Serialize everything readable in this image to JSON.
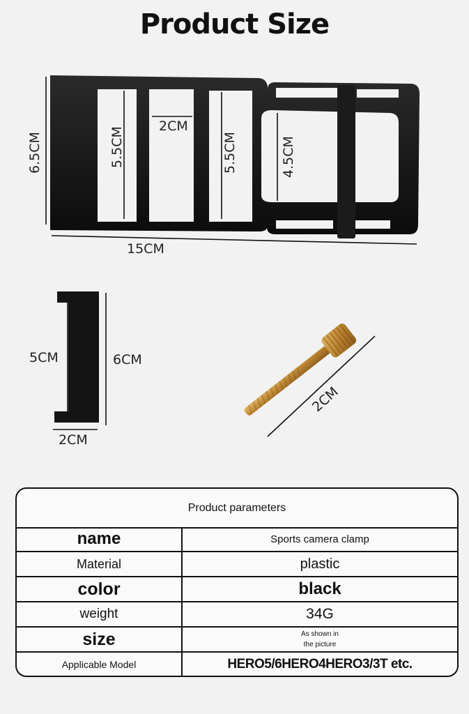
{
  "title": "Product Size",
  "dimensions": {
    "plate_height": "6.5CM",
    "inner_slot_height_1": "5.5CM",
    "slot_width": "2CM",
    "inner_slot_height_2": "5.5CM",
    "clamp_gap": "4.5CM",
    "plate_length": "15CM",
    "bracket_inner": "5CM",
    "bracket_outer": "6CM",
    "bracket_width": "2CM",
    "screw_length": "2CM"
  },
  "colors": {
    "background": "#f2f2f2",
    "plate": "#141414",
    "screw": "#c08a3a"
  },
  "table": {
    "header": "Product parameters",
    "rows": [
      {
        "label": "name",
        "value": "Sports camera clamp"
      },
      {
        "label": "Material",
        "value": "plastic"
      },
      {
        "label": "color",
        "value": "black"
      },
      {
        "label": "weight",
        "value": "34G"
      },
      {
        "label": "size",
        "value_line1": "As shown in",
        "value_line2": "the picture"
      },
      {
        "label": "Applicable Model",
        "value": "HERO5/6HERO4HERO3/3T etc."
      }
    ]
  }
}
